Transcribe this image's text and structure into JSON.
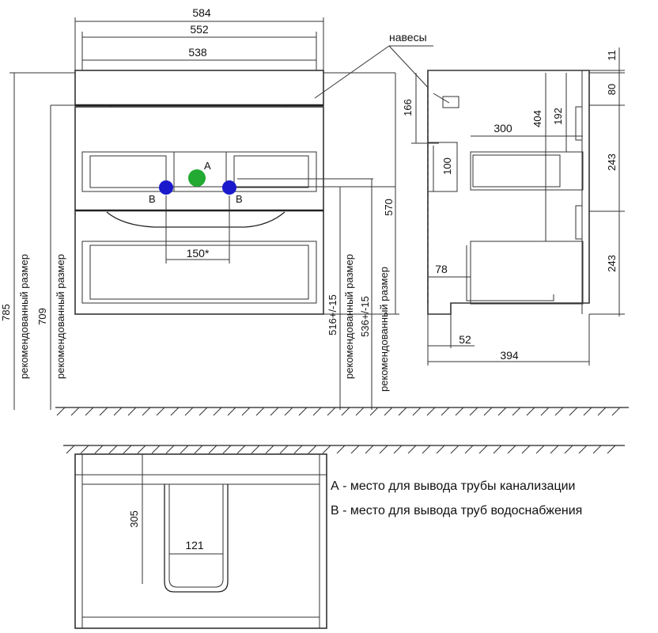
{
  "diagram": {
    "front_view": {
      "dim_584": "584",
      "dim_552": "552",
      "dim_538": "538",
      "hinges_label": "навесы",
      "height_785": "785",
      "recommended_1": "рекомендованный размер",
      "height_709": "709",
      "recommended_2": "рекомендованный размер",
      "height_570": "570",
      "height_516": "516+/-15",
      "recommended_3": "рекомендованный размер",
      "height_536": "536+/-15",
      "recommended_4": "рекомендованный размер",
      "point_a": "A",
      "point_b_left": "B",
      "point_b_right": "B",
      "dim_150": "150*",
      "point_a_color": "#22aa33",
      "point_b_color": "#1a1acc"
    },
    "side_view": {
      "dim_11": "11",
      "dim_80": "80",
      "dim_166": "166",
      "dim_404": "404",
      "dim_192": "192",
      "dim_300": "300",
      "dim_100": "100",
      "dim_243_top": "243",
      "dim_243_bottom": "243",
      "dim_78": "78",
      "dim_52": "52",
      "dim_394": "394"
    },
    "top_view": {
      "dim_305": "305",
      "dim_121": "121"
    },
    "legend": {
      "a_text": "А - место для вывода трубы канализации",
      "b_text": "В - место для вывода труб водоснабжения"
    }
  }
}
